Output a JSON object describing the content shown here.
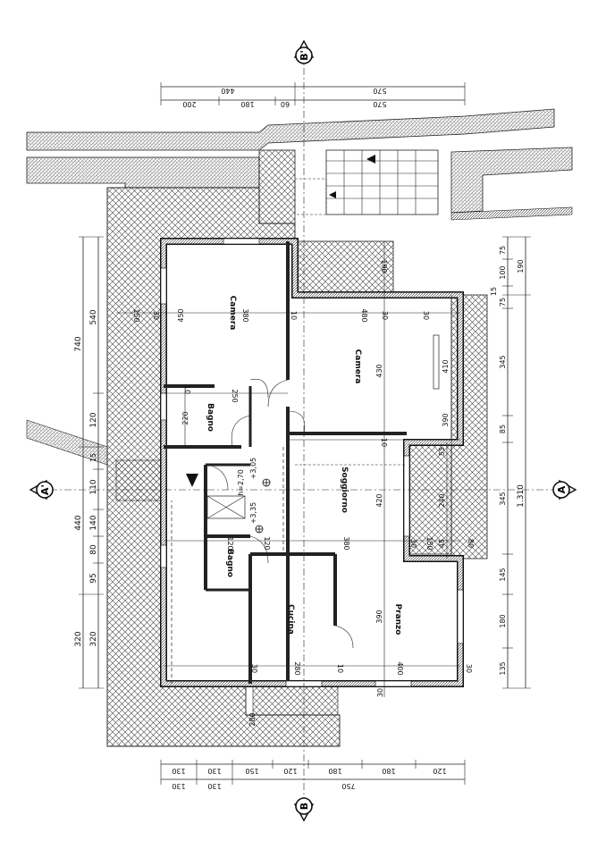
{
  "rooms": {
    "camera_1": "Camera",
    "camera_2": "Camera",
    "bagno_1": "Bagno",
    "bagno_2": "Bagno",
    "soggiorno": "Soggiorno",
    "cucina": "Cucina",
    "pranzo": "Pranzo"
  },
  "levels": {
    "h": "h=2,70",
    "l1": "+3,05",
    "l2": "+3,35"
  },
  "sections": {
    "a_left": "A'",
    "a_right": "A",
    "b_top": "B'",
    "b_bottom": "B"
  },
  "top_dims": {
    "outer": [
      "440",
      "570"
    ],
    "inner": [
      "200",
      "180",
      "60",
      "570"
    ]
  },
  "bottom_dims": {
    "inner": [
      "130",
      "130",
      "150",
      "120",
      "180",
      "180",
      "120"
    ],
    "outer": [
      "130",
      "130",
      "750"
    ]
  },
  "left_dims": {
    "outer": [
      "740",
      "440",
      "320"
    ],
    "inner": [
      "540",
      "120",
      "110",
      "15",
      "140",
      "80",
      "95",
      "320"
    ]
  },
  "right_dims": {
    "inner": [
      "75",
      "100",
      "15",
      "75",
      "345",
      "85",
      "345",
      "145",
      "180",
      "135"
    ],
    "outer": [
      "190",
      "1.310"
    ]
  },
  "interior_dims": {
    "d450": "450",
    "d380a": "380",
    "d10a": "10",
    "d480": "480",
    "d30a": "30",
    "d30b": "30",
    "d30c": "30",
    "d150": "150",
    "d190": "190",
    "d430": "430",
    "d410": "410",
    "d250": "250",
    "d220": "220",
    "d10b": "10",
    "d390a": "390",
    "d10c": "10",
    "d420": "420",
    "d240": "240",
    "d55": "55",
    "d380b": "380",
    "d120a": "120",
    "d120b": "120",
    "d150b": "150",
    "d30d": "30",
    "d45": "45",
    "d80": "80",
    "d390b": "390",
    "d280a": "280",
    "d10d": "10",
    "d400": "400",
    "d30e": "30",
    "d30f": "30",
    "d280b": "280",
    "d30g": "30"
  }
}
